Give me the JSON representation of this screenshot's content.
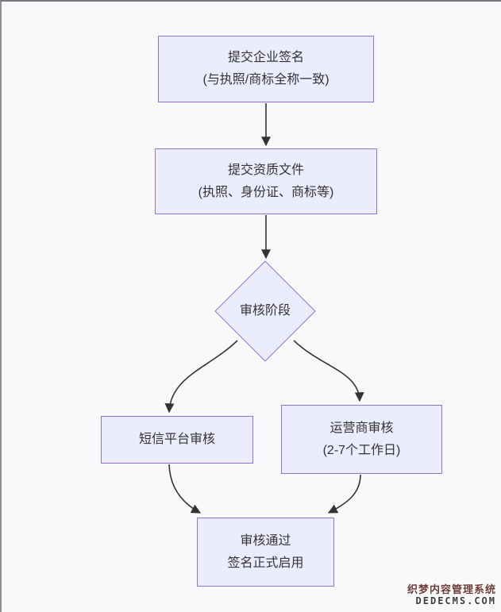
{
  "diagram": {
    "title": "sms-signature-approval-flowchart",
    "colors": {
      "background": "#f8f9fb",
      "node_fill": "#ECECFF",
      "node_border": "#9370DB",
      "edge": "#333333",
      "text": "#333333"
    },
    "nodes": {
      "submit_signature": {
        "line1": "提交企业签名",
        "line2": "(与执照/商标全称一致)"
      },
      "submit_docs": {
        "line1": "提交资质文件",
        "line2": "(执照、身份证、商标等)"
      },
      "review_stage": {
        "label": "审核阶段"
      },
      "platform_review": {
        "label": "短信平台审核"
      },
      "carrier_review": {
        "line1": "运营商审核",
        "line2": "(2-7个工作日)"
      },
      "approved": {
        "line1": "审核通过",
        "line2": "签名正式启用"
      }
    },
    "edges": [
      {
        "from": "submit_signature",
        "to": "submit_docs"
      },
      {
        "from": "submit_docs",
        "to": "review_stage"
      },
      {
        "from": "review_stage",
        "to": "platform_review"
      },
      {
        "from": "review_stage",
        "to": "carrier_review"
      },
      {
        "from": "platform_review",
        "to": "approved"
      },
      {
        "from": "carrier_review",
        "to": "approved"
      }
    ]
  },
  "watermark": {
    "line1": "织梦内容管理系统",
    "line2": "DEDECMS.COM",
    "color_cn": "#6e3a3a",
    "color_en": "#3c3c3c"
  }
}
